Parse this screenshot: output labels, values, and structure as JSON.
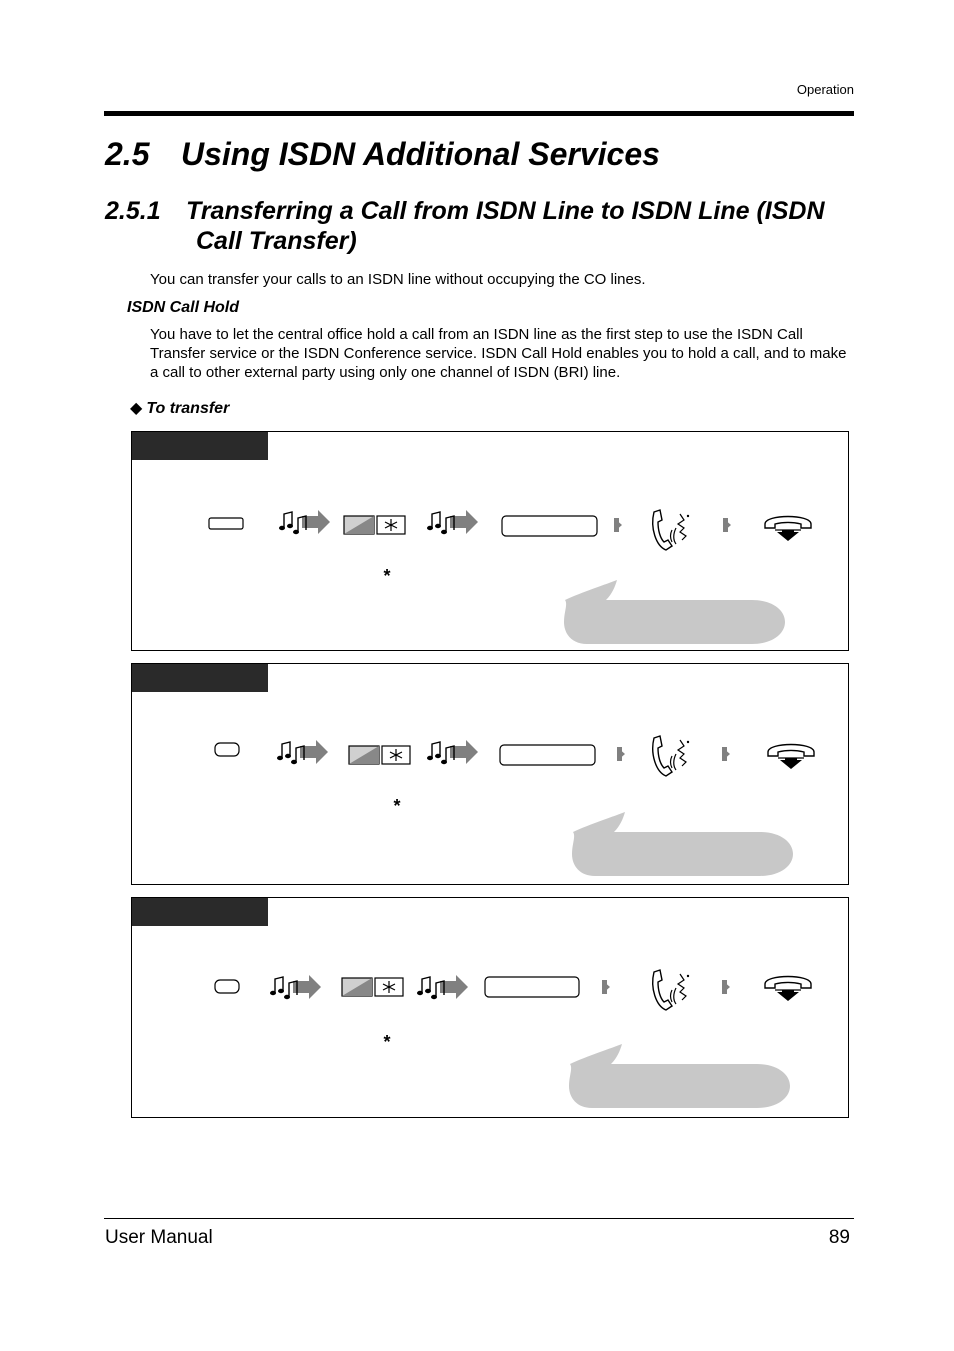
{
  "header": {
    "section_label": "Operation"
  },
  "title": {
    "number": "2.5",
    "text": "Using ISDN Additional Services"
  },
  "subtitle": {
    "number": "2.5.1",
    "line1": "Transferring a Call from ISDN Line to ISDN Line (ISDN",
    "line2": "Call Transfer)"
  },
  "intro": "You can transfer your calls to an ISDN line without occupying the CO lines.",
  "hold_section": {
    "heading": "ISDN Call Hold",
    "body": "You have to let the central office hold a call from an ISDN line as the first step to use the ISDN Call Transfer service or the ISDN Conference service. ISDN Call Hold enables you to hold a call, and to make a call to other external party using only one channel of ISDN (BRI) line."
  },
  "procedure": {
    "bullet": "◆",
    "heading": "To transfer"
  },
  "panels": [
    {
      "star_label": "*"
    },
    {
      "star_label": "*"
    },
    {
      "star_label": "*"
    }
  ],
  "colors": {
    "tab": "#2a2a2a",
    "balloon": "#c8c8c8",
    "arrow": "#808080"
  },
  "footer": {
    "left": "User Manual",
    "page_number": "89"
  }
}
